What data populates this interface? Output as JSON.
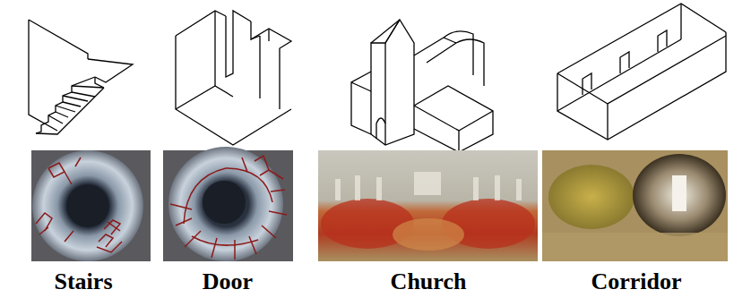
{
  "diagram": {
    "labels": [
      "Stairs",
      "Door",
      "Church",
      "Corridor"
    ]
  }
}
